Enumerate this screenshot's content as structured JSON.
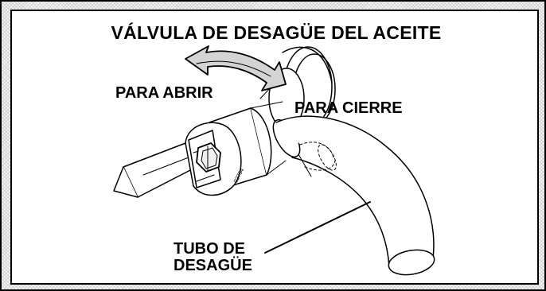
{
  "diagram": {
    "title": "VÁLVULA DE DESAGÜE DEL ACEITE",
    "labels": {
      "open": "PARA ABRIR",
      "close": "PARA CIERRE",
      "drain_tube_line1": "TUBO DE",
      "drain_tube_line2": "DESAGÜE"
    },
    "part_number": "02794"
  },
  "colors": {
    "ink": "#000000",
    "paper": "#ffffff",
    "hatch_border": "#f4f4f4"
  },
  "icons": [
    "rotation-arrow-icon",
    "wrench-icon",
    "hex-nut-icon"
  ]
}
